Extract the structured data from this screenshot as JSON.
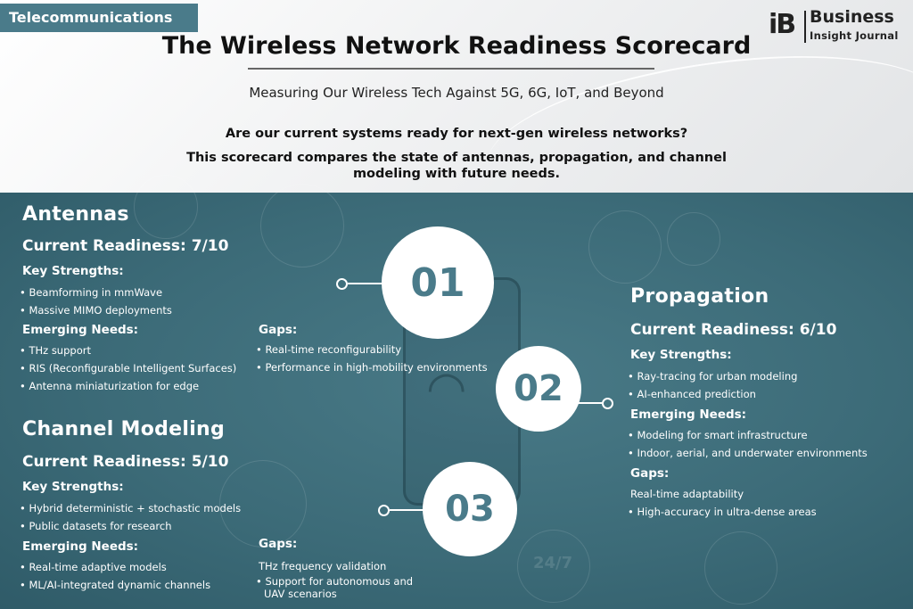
{
  "header": {
    "category": "Telecommunications",
    "logo_mark": "iB",
    "logo_line1": "Business",
    "logo_line2": "Insight Journal",
    "title": "The Wireless Network Readiness Scorecard",
    "subtitle": "Measuring Our Wireless Tech Against 5G, 6G, IoT, and Beyond",
    "question": "Are our current systems ready for next-gen wireless networks?",
    "description": "This scorecard compares the state of antennas, propagation, and channel modeling with future needs."
  },
  "antennas": {
    "number": "01",
    "title": "Antennas",
    "readiness": "Current Readiness: 7/10",
    "strengths_label": "Key Strengths:",
    "strengths": [
      "Beamforming in mmWave",
      "Massive MIMO deployments"
    ],
    "needs_label": "Emerging Needs:",
    "needs": [
      "THz support",
      "RIS (Reconfigurable Intelligent Surfaces)",
      "Antenna miniaturization for edge"
    ],
    "gaps_label": "Gaps:",
    "gaps": [
      "Real-time reconfigurability",
      "Performance in high-mobility environments"
    ]
  },
  "propagation": {
    "number": "02",
    "title": "Propagation",
    "readiness": "Current Readiness: 6/10",
    "strengths_label": "Key Strengths:",
    "strengths": [
      "Ray-tracing for urban modeling",
      "AI-enhanced prediction"
    ],
    "needs_label": "Emerging Needs:",
    "needs": [
      "Modeling for smart infrastructure",
      "Indoor, aerial, and underwater environments"
    ],
    "gaps_label": "Gaps:",
    "gaps_plain": "Real-time adaptability",
    "gaps": [
      "High-accuracy in ultra-dense areas"
    ]
  },
  "channel": {
    "number": "03",
    "title": "Channel Modeling",
    "readiness": "Current Readiness: 5/10",
    "strengths_label": "Key Strengths:",
    "strengths": [
      "Hybrid deterministic + stochastic models",
      "Public datasets for research"
    ],
    "needs_label": "Emerging Needs:",
    "needs": [
      "Real-time adaptive models",
      "ML/AI-integrated dynamic channels"
    ],
    "gaps_label": "Gaps:",
    "gaps_plain": "THz frequency validation",
    "gaps_line1": "Support for autonomous and",
    "gaps_line2": "UAV scenarios"
  },
  "background": {
    "badge": "24/7"
  },
  "colors": {
    "teal": "#3c6b78",
    "tag": "#4a7b8a",
    "number": "#4a7b8a"
  }
}
